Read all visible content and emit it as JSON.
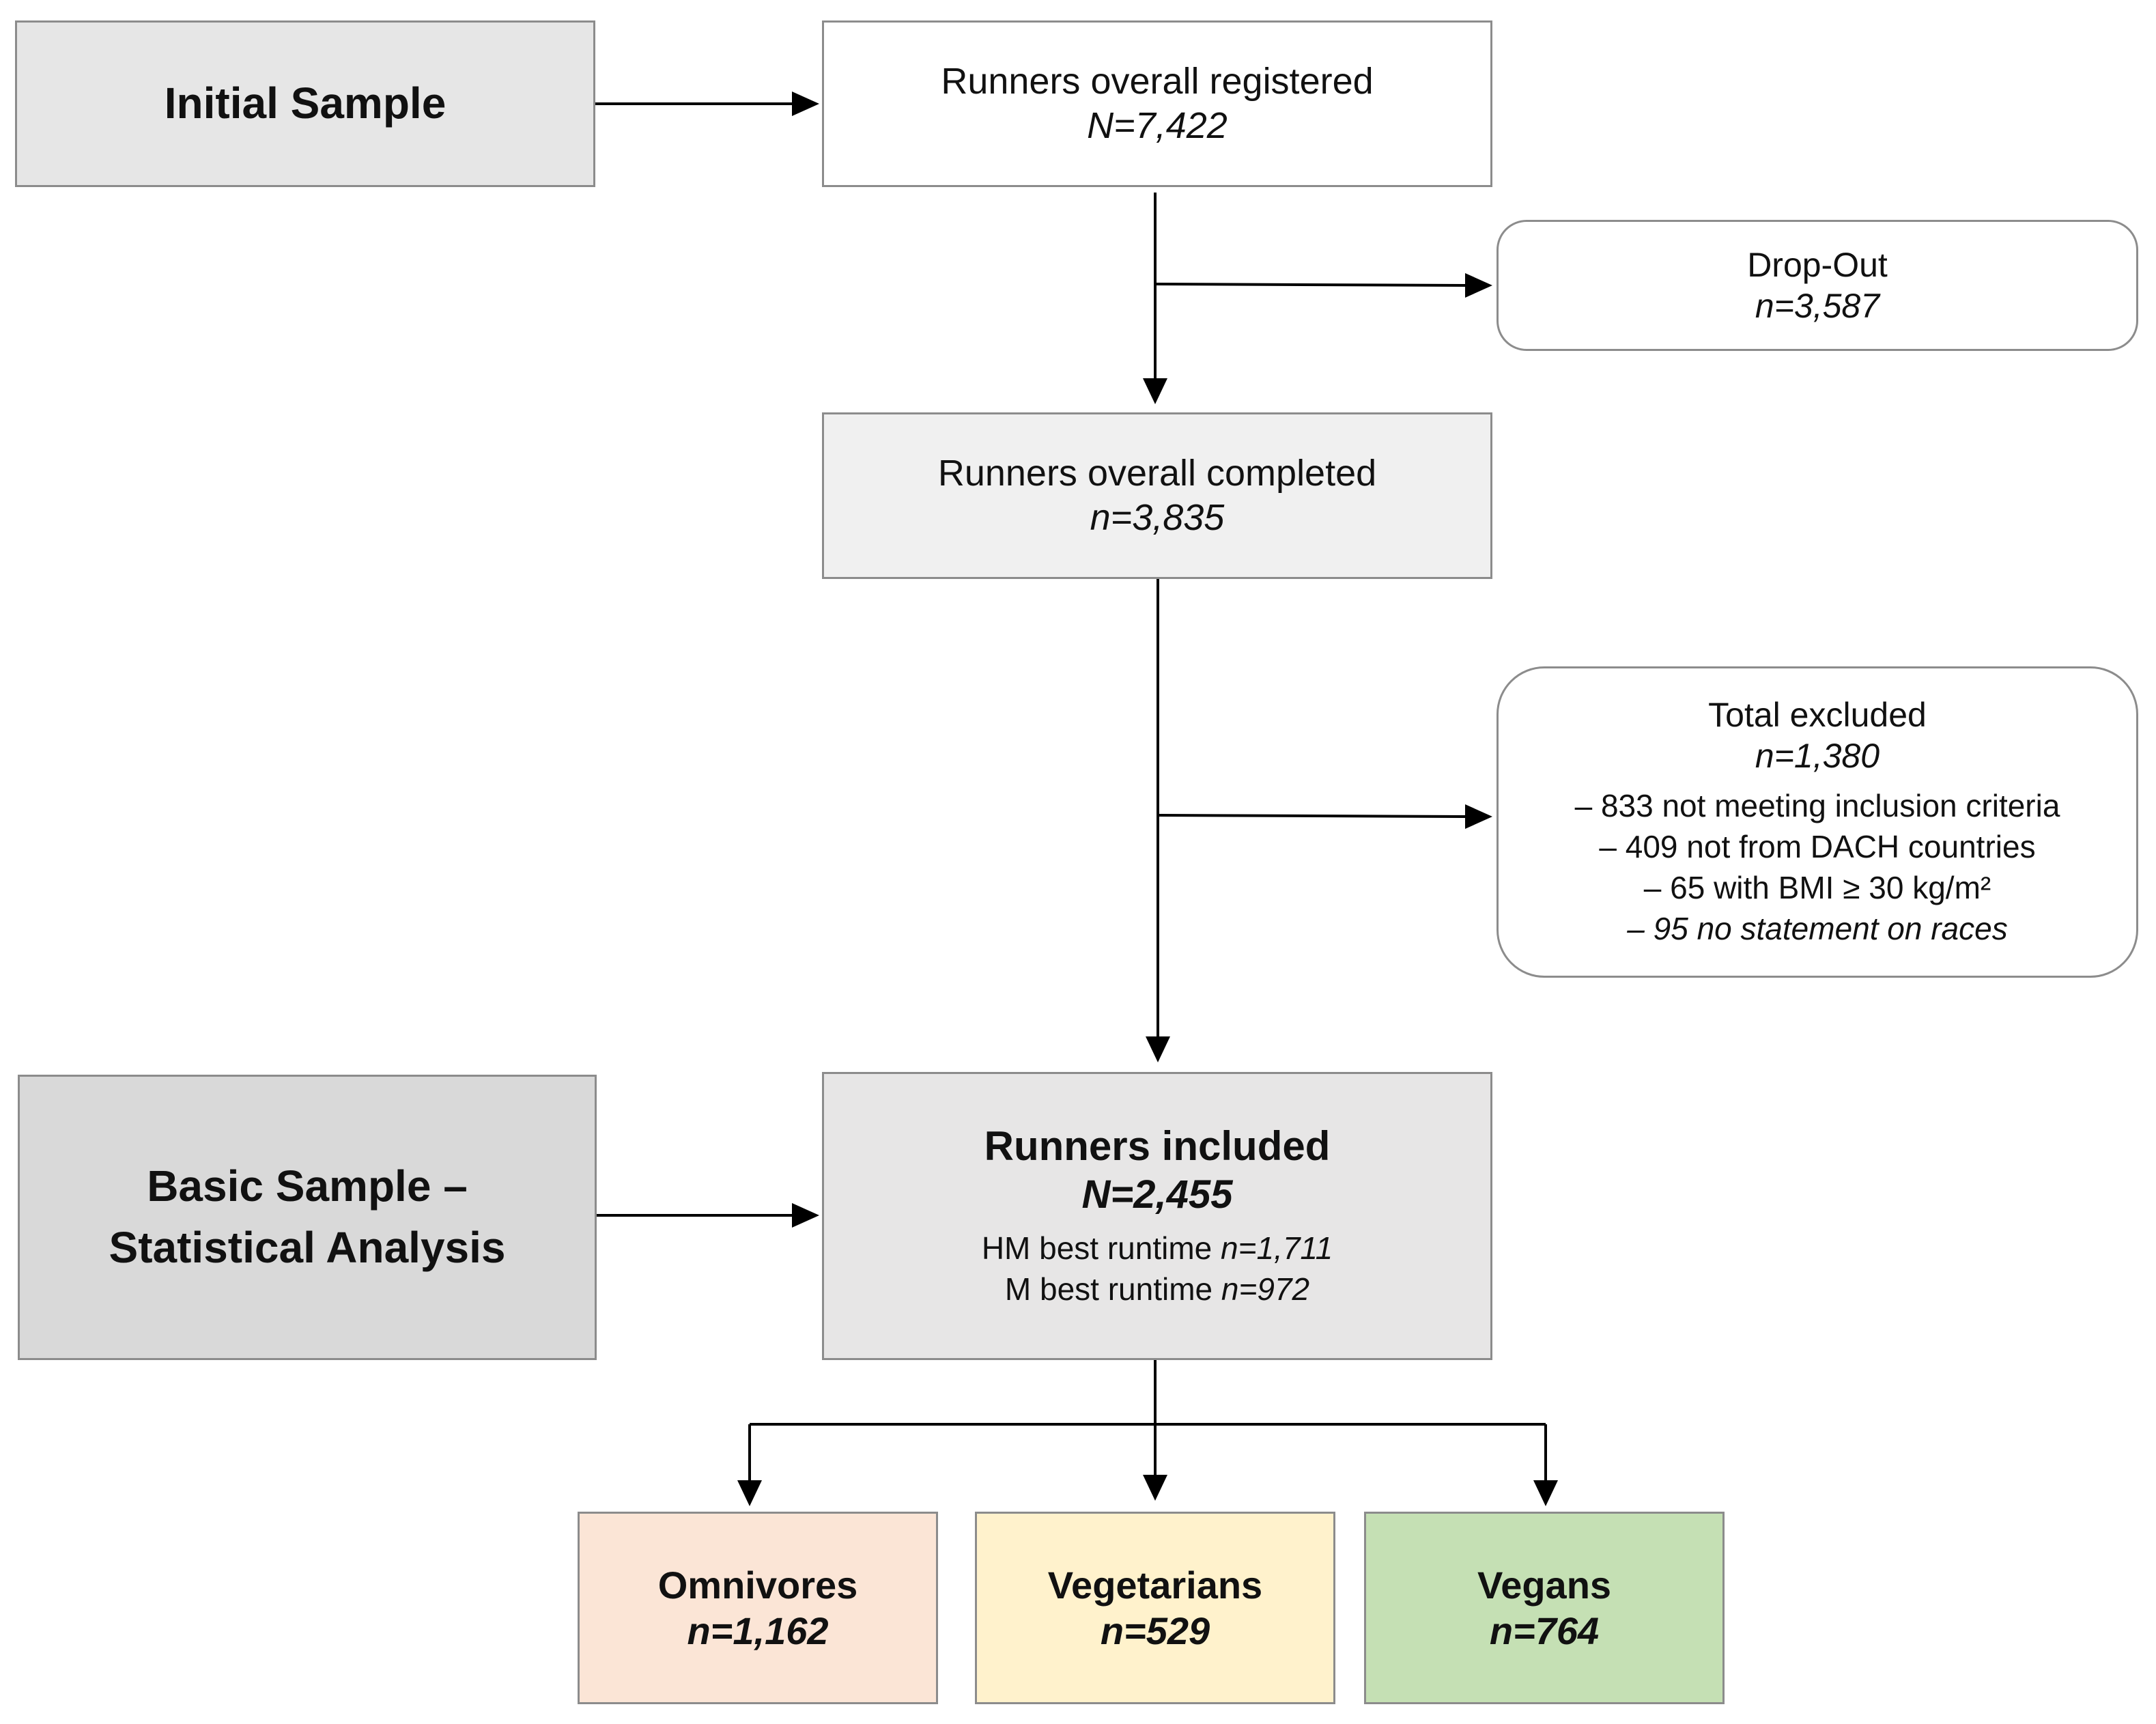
{
  "stages": {
    "initial_sample": {
      "label": "Initial Sample"
    },
    "basic_sample": {
      "label_line1": "Basic Sample –",
      "label_line2": "Statistical Analysis"
    }
  },
  "registered": {
    "title": "Runners overall registered",
    "count": "N=7,422"
  },
  "dropout": {
    "title": "Drop-Out",
    "count": "n=3,587"
  },
  "completed": {
    "title": "Runners overall completed",
    "count": "n=3,835"
  },
  "excluded": {
    "title": "Total excluded",
    "count": "n=1,380",
    "reasons": [
      "– 833 not meeting inclusion criteria",
      "– 409 not from DACH countries",
      "– 65 with BMI ≥ 30 kg/m²",
      "– 95 no statement on races"
    ]
  },
  "included": {
    "title": "Runners included",
    "count": "N=2,455",
    "hm_label": "HM best runtime ",
    "hm_count": "n=1,711",
    "m_label": "M best runtime ",
    "m_count": "n=972"
  },
  "groups": [
    {
      "title": "Omnivores",
      "count": "n=1,162",
      "color": "#fbe5d6"
    },
    {
      "title": "Vegetarians",
      "count": "n=529",
      "color": "#fff2cc"
    },
    {
      "title": "Vegans",
      "count": "n=764",
      "color": "#c5e0b4"
    }
  ],
  "colors": {
    "stage_fill": "#e6e6e6",
    "stage_fill_dark": "#d9d9d9",
    "completed_fill": "#f0f0f0",
    "included_fill": "#e7e6e6",
    "border": "#8c8c8c"
  }
}
